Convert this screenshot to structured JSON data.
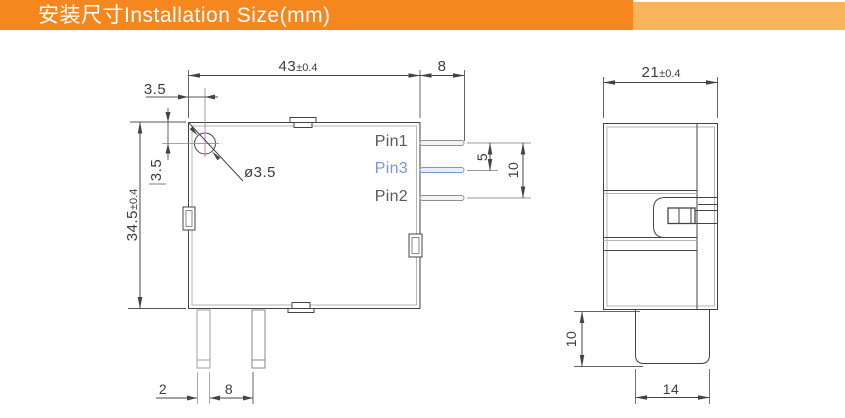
{
  "header": {
    "title": "安装尺寸Installation Size(mm)"
  },
  "colors": {
    "header_orange": "#f6871f",
    "header_orange_light": "#f9b45c",
    "line_dark": "#444444",
    "line_light": "#aaaaaa",
    "pin_gray": "#909090",
    "pin_blue": "#7b96d8",
    "centerline_magenta": "#cf7fca",
    "dim_text": "#3d3d3d"
  },
  "front_view": {
    "dim_body_width": {
      "value": "43",
      "tolerance": "±0.4"
    },
    "dim_pin_length": "8",
    "dim_hole_offset_x": "3.5",
    "dim_hole_offset_y": "3.5",
    "dim_body_height": {
      "value": "34.5",
      "tolerance": "±0.4"
    },
    "dim_hole_diameter": "ø3.5",
    "pins": {
      "pin1": "Pin1",
      "pin3": "Pin3",
      "pin2": "Pin2"
    },
    "dim_pin_pitch_small": "5",
    "dim_pin_pitch_large": "10",
    "dim_bottom_pin_width": "2",
    "dim_bottom_pin_pitch": "8"
  },
  "side_view": {
    "dim_body_depth": {
      "value": "21",
      "tolerance": "±0.4"
    },
    "dim_plug_height": "10",
    "dim_plug_width": "14"
  }
}
